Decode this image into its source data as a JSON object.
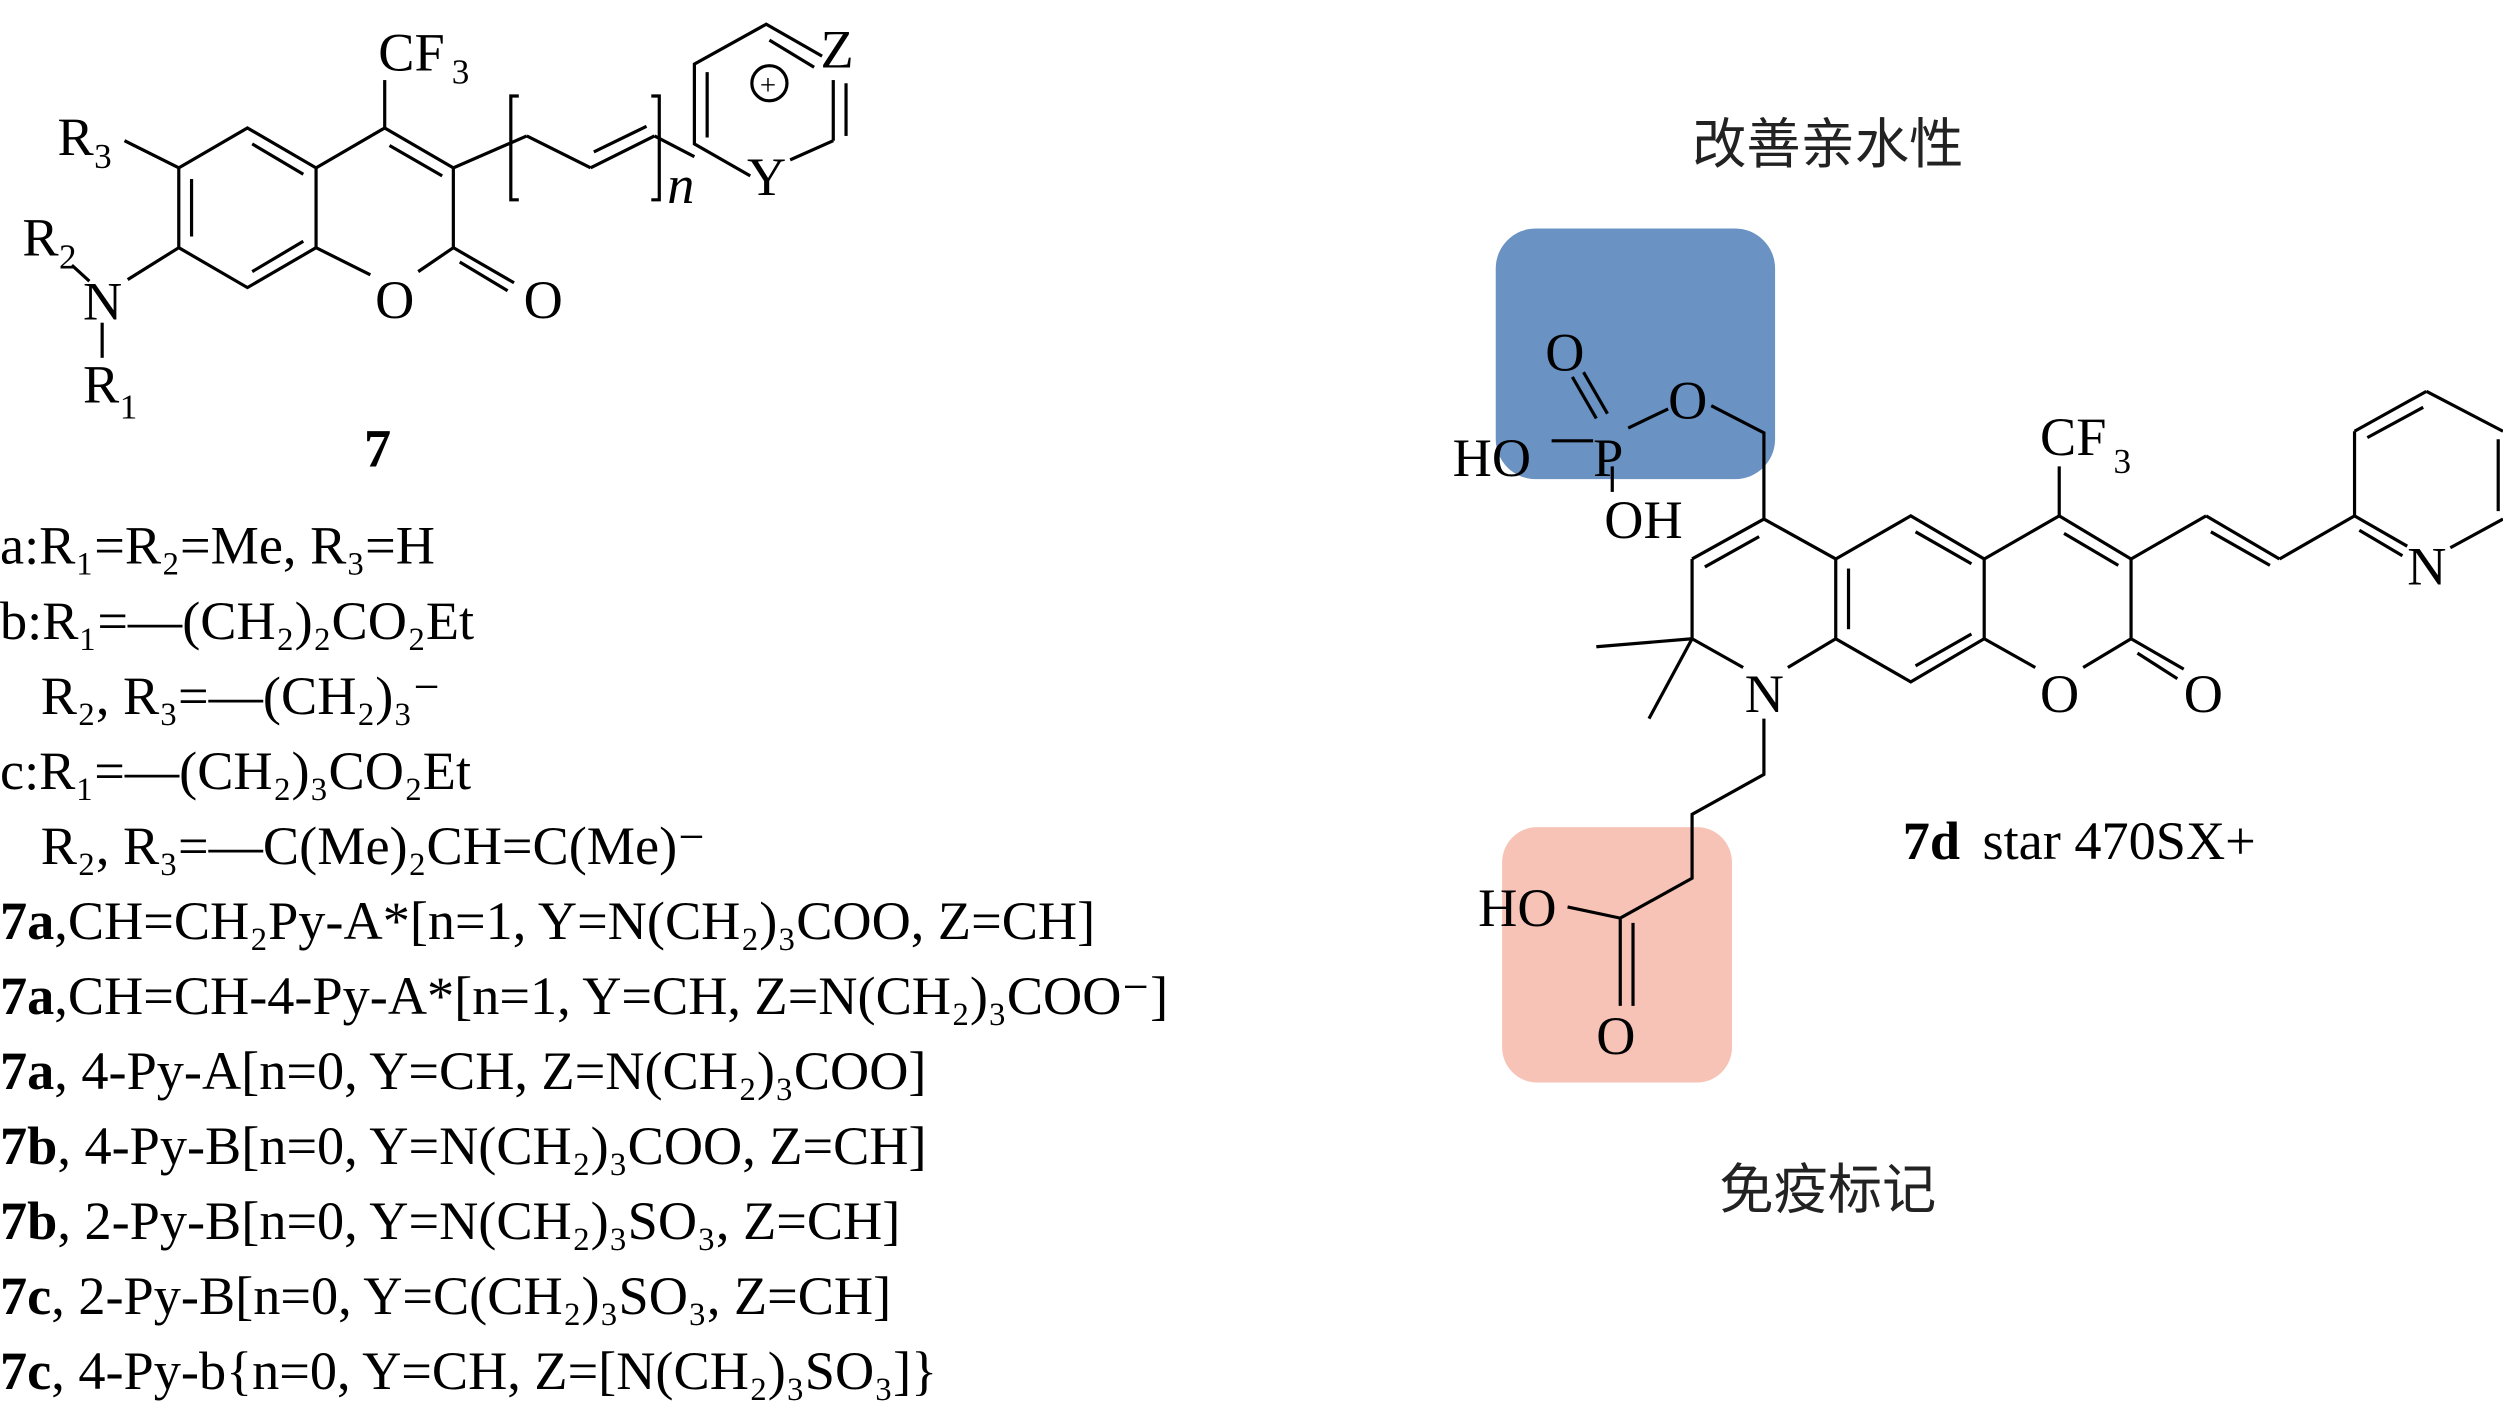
{
  "structure7": {
    "label": "7",
    "atoms": {
      "cf3": "CF",
      "cf3_sub": "3",
      "r3": "R",
      "r3_sub": "3",
      "r2": "R",
      "r2_sub": "2",
      "n": "N",
      "r1": "R",
      "r1_sub": "1",
      "ring_o": "O",
      "carbonyl_o": "O",
      "n_index": "n",
      "y": "Y",
      "z": "Z",
      "plus": "+"
    },
    "substituents": [
      "a:R₁=R₂=Me, R₃=H",
      "b:R₁=—(CH₂)₂CO₂Et",
      "   R₂, R₃=—(CH₂)₃⁻",
      "c:R₁=—(CH₂)₃CO₂Et",
      "   R₂, R₃=—C(Me)₂CH=C(Me)⁻"
    ],
    "variants": [
      {
        "id": "7a",
        "text": ",CH=CH₂Py-A*[n=1, Y=N(CH₂)₃COO, Z=CH]"
      },
      {
        "id": "7a",
        "text": ",CH=CH-4-Py-A*[n=1, Y=CH, Z=N(CH₂)₃COO⁻]"
      },
      {
        "id": "7a",
        "text": ", 4-Py-A[n=0, Y=CH, Z=N(CH₂)₃COO]"
      },
      {
        "id": "7b",
        "text": ", 4-Py-B[n=0, Y=N(CH₂)₃COO, Z=CH]"
      },
      {
        "id": "7b",
        "text": ", 2-Py-B[n=0, Y=N(CH₂)₃SO₃, Z=CH]"
      },
      {
        "id": "7c",
        "text": ", 2-Py-B[n=0, Y=C(CH₂)₃SO₃, Z=CH]"
      },
      {
        "id": "7c",
        "text": ", 4-Py-b{n=0, Y=CH, Z=[N(CH₂)₃SO₃]}"
      }
    ]
  },
  "structure7d": {
    "id": "7d",
    "name": "star 470SX+",
    "annotation_top": "改善亲水性",
    "annotation_bottom": "免疫标记",
    "atoms": {
      "ho_p": "HO",
      "p": "P",
      "p_o_double": "O",
      "p_o": "O",
      "p_oh": "OH",
      "cf3": "CF",
      "cf3_sub": "3",
      "n_ring": "N",
      "o_ring": "O",
      "o_carbonyl": "O",
      "n_pyridine": "N",
      "cooh_ho": "HO",
      "cooh_o": "O"
    },
    "colors": {
      "hydrophilic_box": "#6a93c4",
      "label_box": "#f7c3b7"
    }
  }
}
